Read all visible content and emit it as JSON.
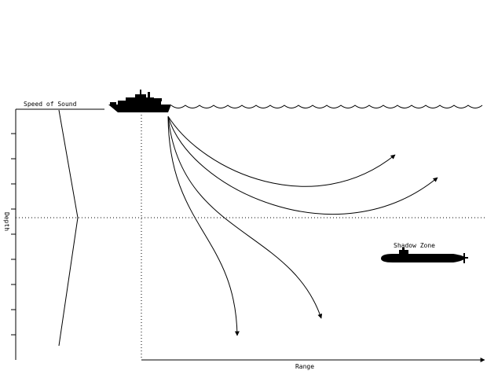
{
  "labels": {
    "speed_of_sound": "Speed of Sound",
    "depth": "Depth",
    "range": "Range",
    "shadow_zone": "Shadow Zone"
  },
  "icons": {
    "surface_ship": "ship-silhouette",
    "submarine": "submarine-silhouette"
  },
  "colors": {
    "ink": "#000000",
    "background": "#ffffff"
  }
}
